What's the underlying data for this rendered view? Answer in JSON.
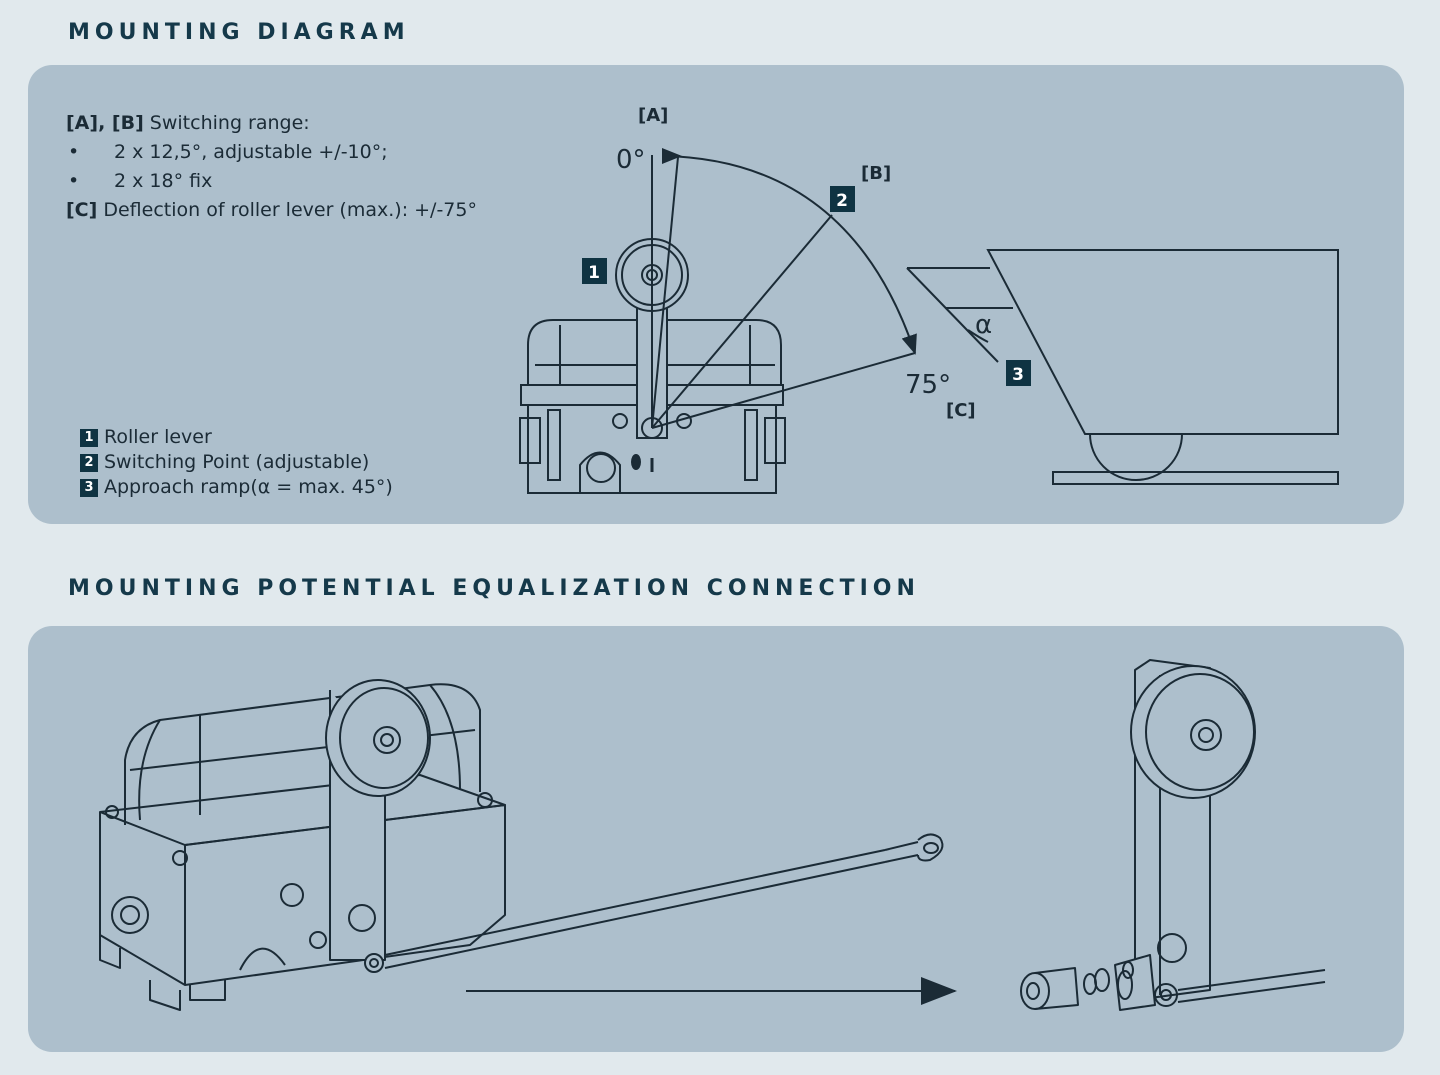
{
  "sections": {
    "mounting_title": "MOUNTING DIAGRAM",
    "equalization_title": "MOUNTING POTENTIAL EQUALIZATION CONNECTION"
  },
  "description": {
    "ab_prefix": "[A], [B]",
    "ab_text": " Switching range:",
    "bullet1": "2 x 12,5°, adjustable +/-10°;",
    "bullet2": "2 x 18° fix",
    "c_prefix": "[C]",
    "c_text": " Deflection of roller lever (max.): +/-75°"
  },
  "legend": [
    {
      "num": "1",
      "label": "Roller lever"
    },
    {
      "num": "2",
      "label": "Switching Point (adjustable)"
    },
    {
      "num": "3",
      "label": "Approach ramp(α = max. 45°)"
    }
  ],
  "diagram_labels": {
    "a": "[A]",
    "b": "[B]",
    "c": "[C]",
    "zero_deg": "0°",
    "seventy_five_deg": "75°",
    "alpha": "α",
    "badge1": "1",
    "badge2": "2",
    "badge3": "3"
  }
}
